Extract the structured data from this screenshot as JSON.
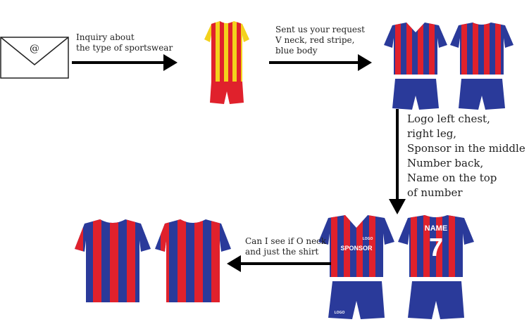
{
  "steps": {
    "inquiry": {
      "lines": [
        "Inquiry about",
        "the type of sportswear"
      ]
    },
    "request": {
      "lines": [
        "Sent us your request",
        "V neck, red stripe,",
        "blue body"
      ]
    },
    "design": {
      "lines": [
        "Logo left chest,",
        "right leg,",
        "Sponsor in the middle",
        "Number back,",
        "Name on the top",
        "of number"
      ]
    },
    "revision": {
      "lines": [
        "Can I see if O neck",
        "and just the shirt"
      ]
    }
  },
  "kit_text": {
    "sponsor": "SPONSOR",
    "chest_logo": "LOGO",
    "leg_logo": "LOGO",
    "name": "NAME",
    "number": "7"
  },
  "icons": {
    "envelope": "envelope-icon",
    "envelope_symbol": "@"
  },
  "colors": {
    "red": "#e0212c",
    "blue": "#2a3a9a",
    "yellow": "#f3d21c",
    "arrow": "#000000"
  }
}
